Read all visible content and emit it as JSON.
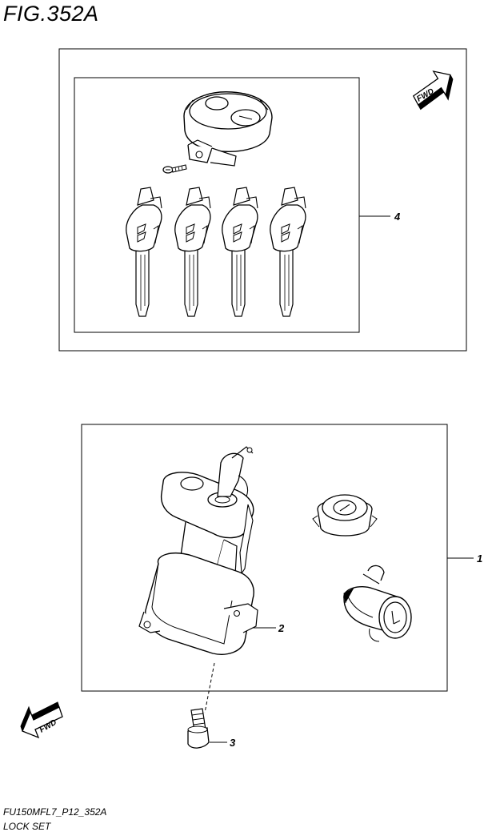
{
  "figure": {
    "title": "FIG.352A"
  },
  "callouts": {
    "one": "1",
    "two": "2",
    "three": "3",
    "four": "4"
  },
  "fwd_marks": {
    "top": "FWD",
    "bottom": "FWD"
  },
  "footer": {
    "model_code": "FU150MFL7_P12_352A",
    "section_name": "LOCK SET"
  },
  "icons": {
    "lock_cylinder": "lock-cylinder-icon",
    "key": "key-icon",
    "screw": "screw-icon",
    "ignition_switch": "ignition-switch-icon",
    "seat_lock": "seat-lock-icon",
    "fwd_arrow": "fwd-arrow-icon"
  }
}
